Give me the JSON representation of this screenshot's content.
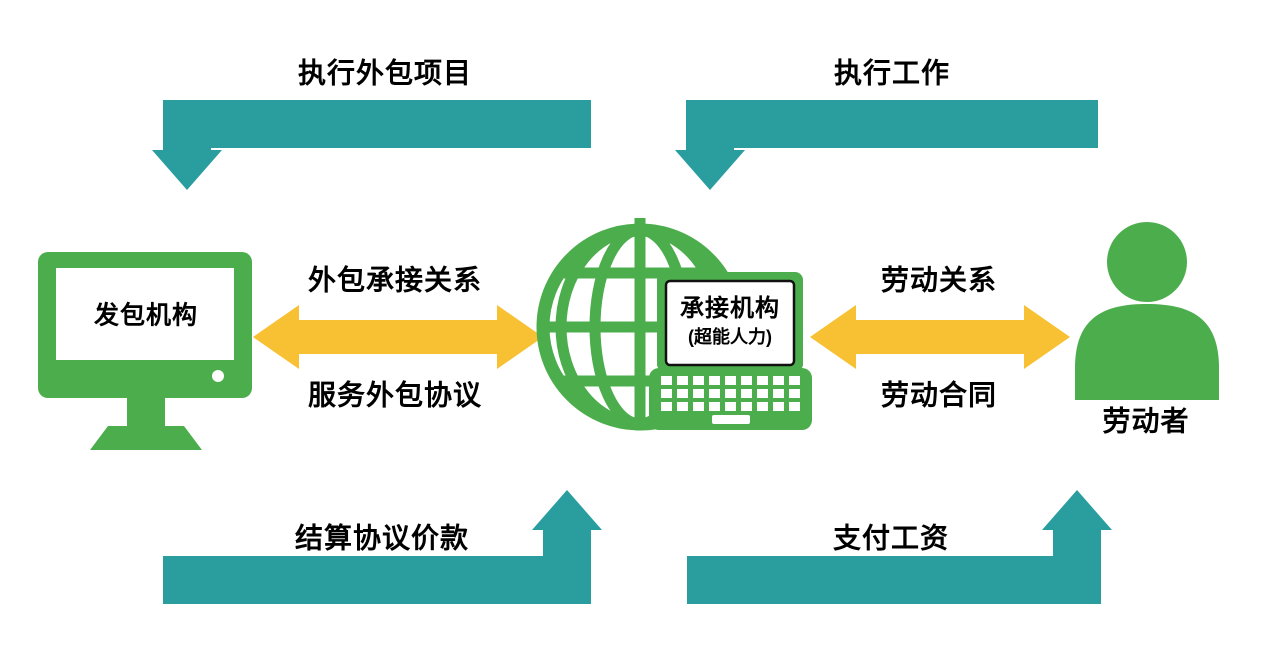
{
  "nodes": {
    "left": {
      "label": "发包机构",
      "icon": "monitor-icon"
    },
    "center": {
      "label_line1": "承接机构",
      "label_line2": "(超能人力)",
      "icon": "globe-laptop-icon"
    },
    "right": {
      "label": "劳动者",
      "icon": "person-icon"
    }
  },
  "flows": {
    "top_left": "执行外包项目",
    "top_right": "执行工作",
    "mid_left_top": "外包承接关系",
    "mid_left_bottom": "服务外包协议",
    "mid_right_top": "劳动关系",
    "mid_right_bottom": "劳动合同",
    "bottom_left": "结算协议价款",
    "bottom_right": "支付工资"
  },
  "colors": {
    "green": "#4BAD4B",
    "teal": "#2A9D9F",
    "yellow": "#F8C133"
  }
}
